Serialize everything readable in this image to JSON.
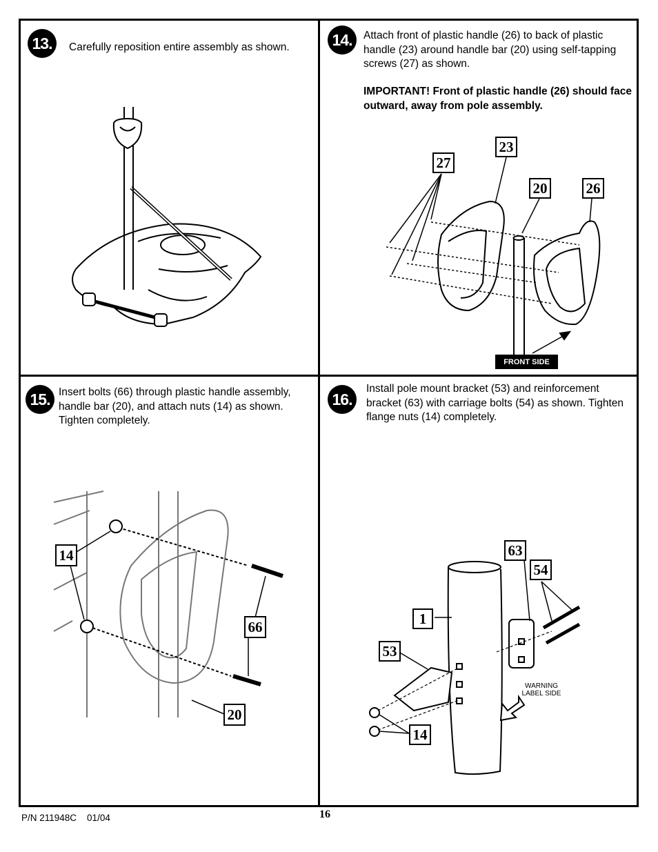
{
  "steps": [
    {
      "number": "13.",
      "text": "Carefully reposition entire assembly as shown."
    },
    {
      "number": "14.",
      "text": "Attach front of plastic handle (26) to back of plastic handle (23) around handle bar (20) using self-tapping screws (27) as shown.",
      "important": "IMPORTANT!  Front of plastic handle (26) should face outward, away from pole assembly."
    },
    {
      "number": "15.",
      "text": "Insert bolts (66) through plastic handle assembly, handle bar (20), and attach nuts (14) as shown. Tighten completely."
    },
    {
      "number": "16.",
      "text": "Install pole mount bracket (53) and reinforcement bracket (63) with carriage bolts (54) as shown. Tighten flange nuts (14) completely."
    }
  ],
  "callouts": {
    "p14": [
      "23",
      "27",
      "20",
      "26"
    ],
    "p15": [
      "14",
      "66",
      "20"
    ],
    "p16": [
      "63",
      "54",
      "1",
      "53",
      "14"
    ]
  },
  "labels": {
    "front_side": "FRONT SIDE",
    "warning_label_side": "WARNING LABEL SIDE"
  },
  "footer": {
    "part_number": "P/N 211948C    01/04",
    "page": "16"
  }
}
